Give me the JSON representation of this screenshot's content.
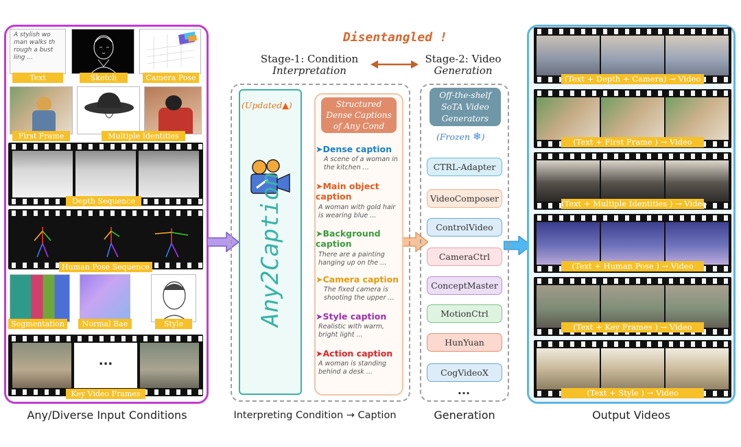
{
  "header": {
    "disentangled": "Disentangled !",
    "stage1_line1": "Stage-1: Condition",
    "stage1_line2": "Interpretation",
    "stage2_line1": "Stage-2: Video",
    "stage2_line2": "Generation"
  },
  "inputs": {
    "text_sample": "A stylish wo man walks th rough a bust ling ...",
    "labels": [
      "Text",
      "Sketch",
      "Camera Pose",
      "First Frame",
      "Multiple Identities",
      "Depth Sequence",
      "Human Pose Sequence",
      "Segmentation",
      "Normal Bae",
      "Style",
      "Key Video Frames"
    ],
    "ellipsis": "..."
  },
  "stage1": {
    "updated": "(Updated",
    "updated_close": ")",
    "model_name": "Any2Caption",
    "captions_header": "Structured Dense Captions of Any Cond",
    "captions": [
      {
        "title": "Dense caption",
        "body": "A scene of a woman in the kitchen ...",
        "color": "#1c7fc4"
      },
      {
        "title": "Main object caption",
        "body": "A woman with gold hair is wearing blue ...",
        "color": "#e25a1c"
      },
      {
        "title": "Background caption",
        "body": "There are a painting hanging up on the ...",
        "color": "#3a9c3a"
      },
      {
        "title": "Camera caption",
        "body": "The fixed camera is shooting the upper ...",
        "color": "#e89a10"
      },
      {
        "title": "Style caption",
        "body": "Realistic with warm, bright light ...",
        "color": "#9c2fb0"
      },
      {
        "title": "Action caption",
        "body": "A woman is standing behind a desk ...",
        "color": "#e0262a"
      }
    ]
  },
  "stage2": {
    "header": "Off-the-shelf SoTA Video Generators",
    "frozen": "(Frozen",
    "frozen_close": ")",
    "models": [
      {
        "name": "CTRL-Adapter",
        "bg": "#d9eef7",
        "border": "#6db8d8"
      },
      {
        "name": "VideoComposer",
        "bg": "#fbe9dc",
        "border": "#ebb590"
      },
      {
        "name": "ControlVideo",
        "bg": "#dcecf8",
        "border": "#6aa8d6"
      },
      {
        "name": "CameraCtrl",
        "bg": "#fbe3e6",
        "border": "#e8a4ad"
      },
      {
        "name": "ConceptMaster",
        "bg": "#ecdff5",
        "border": "#b98ad5"
      },
      {
        "name": "MotionCtrl",
        "bg": "#dff3e1",
        "border": "#7cc285"
      },
      {
        "name": "HunYuan",
        "bg": "#fbd9cf",
        "border": "#e48d73"
      },
      {
        "name": "CogVideoX",
        "bg": "#dcecf8",
        "border": "#6aa8d6"
      }
    ],
    "ellipsis": "..."
  },
  "outputs": {
    "labels": [
      "(Text + Depth + Camera) → Video",
      "(Text + First Frame ) → Video",
      "(Text + Multiple Identities ) → Video",
      "(Text + Human Pose ) → Video",
      "(Text + Key Frames ) → Video",
      "(Text + Style ) → Video"
    ]
  },
  "bottom": {
    "inputs": "Any/Diverse Input Conditions",
    "interpreting": "Interpreting Condition → Caption",
    "generation": "Generation",
    "outputs": "Output Videos"
  },
  "colors": {
    "input_border": "#c23bd1",
    "output_border": "#5cb5e6",
    "tag": "#f6c028",
    "any2caption": "#36b3a6",
    "arrow_brown": "#c2622a"
  },
  "icons": [
    "fire-icon",
    "snowflake-icon",
    "camera-icon",
    "purple-arrow-icon",
    "orange-arrow-icon",
    "blue-arrow-icon",
    "double-arrow-icon"
  ]
}
